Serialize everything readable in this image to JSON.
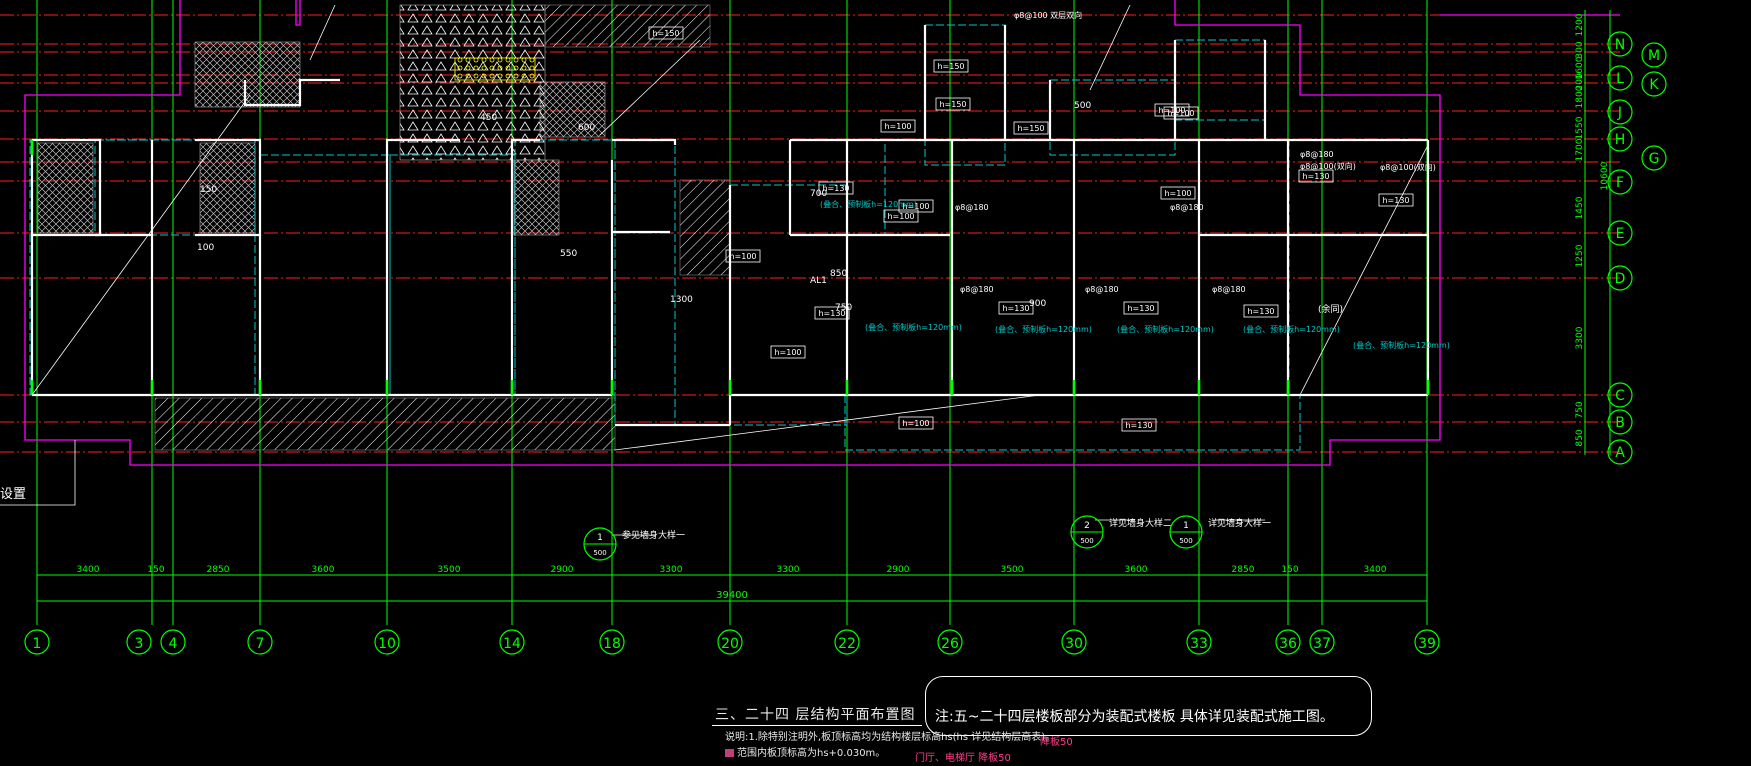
{
  "drawing": {
    "title": "三、二十四  层结构平面布置图",
    "note_header": "注:五~二十四层楼板部分为装配式楼板 具体详见装配式施工图。",
    "notes": [
      "说明:1.除特别注明外,板顶标高均为结构楼层标高hs(hs 详见结构层高表)。",
      "范围内板顶标高为hs+0.030m。"
    ],
    "pink_notes": [
      "降板50",
      "门厅、电梯厅 降板50"
    ],
    "left_label": "设置",
    "total_dimension": "39400",
    "bottom_dimensions": [
      "3400",
      "150",
      "2850",
      "3600",
      "3500",
      "2900",
      "3300",
      "3300",
      "2900",
      "3500",
      "3600",
      "2850",
      "150",
      "3400"
    ],
    "bottom_axes": [
      "1",
      "3",
      "4",
      "7",
      "10",
      "14",
      "18",
      "20",
      "22",
      "26",
      "30",
      "33",
      "36",
      "37",
      "39"
    ],
    "right_axes": [
      "N",
      "M",
      "L",
      "K",
      "J",
      "H",
      "G",
      "F",
      "E",
      "D",
      "C",
      "B",
      "A"
    ],
    "right_dimensions": [
      "1200",
      "300",
      "1600",
      "200",
      "1800",
      "1550",
      "1700",
      "10600",
      "1450",
      "1250",
      "3300",
      "750",
      "850"
    ],
    "detail_callouts": [
      {
        "num": "1",
        "scale": "500",
        "text": "参见墙身大样一"
      },
      {
        "num": "2",
        "scale": "500",
        "text": "详见墙身大样二"
      },
      {
        "num": "1",
        "scale": "500",
        "text": "详见墙身大样一"
      }
    ],
    "slab_labels": [
      "h=150",
      "h=150",
      "h=150",
      "h=100",
      "h=100",
      "h=150",
      "h=100",
      "h=130",
      "h=100",
      "h=100",
      "h=130",
      "h=100",
      "h=130",
      "h=130",
      "h=130",
      "h=130",
      "h=130",
      "h=100",
      "h=100",
      "h=130",
      "h=100"
    ],
    "slab_notes": [
      "(叠合、预制板h=120mm)",
      "(叠合、预制板h=120mm)",
      "(叠合、预制板h=120mm)",
      "(叠合、预制板h=120mm)",
      "(叠合、预制板h=120mm)",
      "(叠合、预制板h=120mm)"
    ],
    "rebar_notes": [
      "φ8@180",
      "φ8@180",
      "φ8@180",
      "φ8@180",
      "φ8@180",
      "φ8@180",
      "φ8@100(双向)",
      "φ8@100(双向)",
      "φ8@100 双层双向"
    ],
    "small_dims": [
      "900",
      "700",
      "850",
      "750",
      "550",
      "600",
      "100",
      "150",
      "1300",
      "500",
      "450"
    ],
    "misc_labels": [
      "(余同)",
      "AL1"
    ]
  },
  "colors": {
    "background": "#000000",
    "axis_line": "#ff2020",
    "wall": "#ffffff",
    "green": "#00ff00",
    "cyan": "#00c8c8",
    "magenta": "#ff00ff",
    "yellow": "#ffff00",
    "pink": "#ff3b8a"
  }
}
